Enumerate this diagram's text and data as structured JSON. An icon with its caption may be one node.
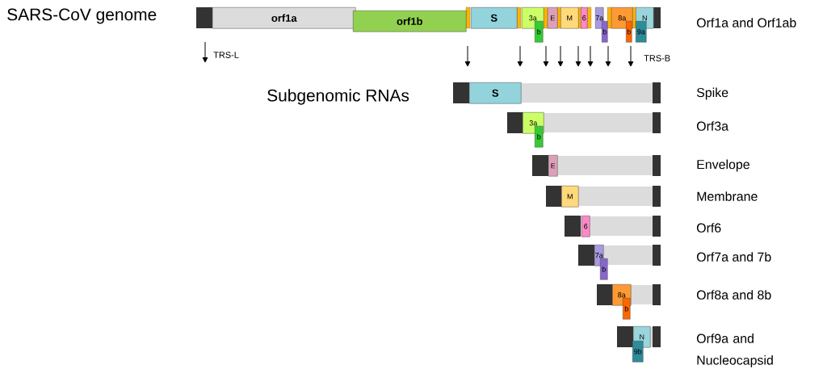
{
  "diagram": {
    "nodes": [
      {
        "text": [
          "orf1a"
        ]
      },
      {
        "text": [
          "orf1b"
        ]
      },
      {
        "text": [
          "S"
        ]
      },
      {
        "text": [
          "3a"
        ]
      },
      {
        "text": [
          "b"
        ]
      },
      {
        "text": [
          "E"
        ]
      },
      {
        "text": [
          "M"
        ]
      },
      {
        "text": [
          "6"
        ]
      },
      {
        "text": [
          "7a"
        ]
      },
      {
        "text": [
          "b"
        ]
      },
      {
        "text": [
          "8a"
        ]
      },
      {
        "text": [
          "b"
        ]
      },
      {
        "text": [
          "N"
        ]
      },
      {
        "text": [
          "9a"
        ]
      },
      {
        "text": [
          "S"
        ]
      },
      {
        "text": [
          "3a"
        ]
      },
      {
        "text": [
          "b"
        ]
      },
      {
        "text": [
          "E"
        ]
      },
      {
        "text": [
          "M"
        ]
      },
      {
        "text": [
          "6"
        ]
      },
      {
        "text": [
          "7a"
        ]
      },
      {
        "text": [
          "b"
        ]
      },
      {
        "text": [
          "8a"
        ]
      },
      {
        "text": [
          "b"
        ]
      },
      {
        "text": [
          "N"
        ]
      },
      {
        "text": [
          "9b"
        ]
      }
    ],
    "labels": [
      "SARS-CoV genome",
      "Orf1a and Orf1ab",
      "TRS-L",
      "TRS-B",
      "Subgenomic RNAs",
      "Spike",
      "Orf3a",
      "Envelope",
      "Membrane",
      "Orf6",
      "Orf7a and 7b",
      "Orf8a and 8b",
      "Orf9a and Nucleocapsid"
    ]
  }
}
